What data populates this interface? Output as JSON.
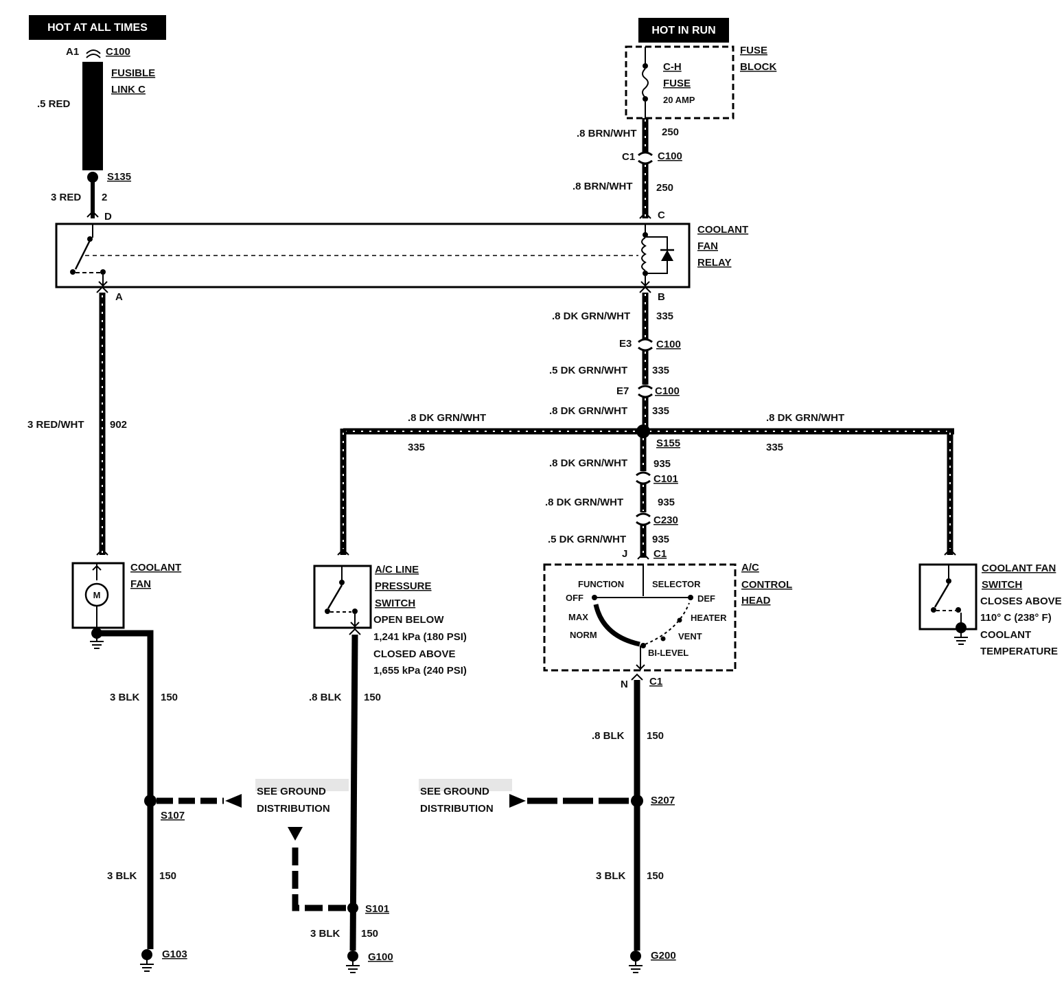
{
  "colors": {
    "ink": "#000000",
    "paper": "#ffffff",
    "header_bg": "#000000",
    "header_text": "#ffffff"
  },
  "headers": {
    "hot_at_all_times": "HOT AT ALL TIMES",
    "hot_in_run": "HOT IN RUN"
  },
  "fusible_link": {
    "pin": "A1",
    "connector": "C100",
    "name_1": "FUSIBLE",
    "name_2": "LINK C",
    "wire_size": ".5 RED",
    "splice": "S135",
    "lower_wire": "3 RED",
    "lower_circuit": "2"
  },
  "fuse_block": {
    "title_1": "FUSE",
    "title_2": "BLOCK",
    "fuse_1": "C-H",
    "fuse_2": "FUSE",
    "rating": "20 AMP"
  },
  "feed_wires": {
    "upper_wire": ".8 BRN/WHT",
    "upper_circuit": "250",
    "pin": "C1",
    "connector": "C100",
    "lower_wire": ".8 BRN/WHT",
    "lower_circuit": "250"
  },
  "relay": {
    "title_1": "COOLANT",
    "title_2": "FAN",
    "title_3": "RELAY",
    "pin_d": "D",
    "pin_c": "C",
    "pin_a": "A",
    "pin_b": "B"
  },
  "control_wires": [
    {
      "wire": ".8 DK GRN/WHT",
      "circuit": "335"
    },
    {
      "pin": "E3",
      "connector": "C100"
    },
    {
      "wire": ".5 DK GRN/WHT",
      "circuit": "335"
    },
    {
      "pin": "E7",
      "connector": "C100"
    },
    {
      "wire": ".8 DK GRN/WHT",
      "circuit": "335"
    }
  ],
  "branch": {
    "left_wire": ".8 DK GRN/WHT",
    "left_circuit": "335",
    "right_wire": ".8 DK GRN/WHT",
    "right_circuit": "335",
    "splice": "S155"
  },
  "lower_control_wires": [
    {
      "wire": ".8 DK GRN/WHT",
      "circuit": "935"
    },
    {
      "connector": "C101"
    },
    {
      "wire": ".8 DK GRN/WHT",
      "circuit": "935"
    },
    {
      "connector": "C230"
    },
    {
      "wire": ".5 DK GRN/WHT",
      "circuit": "935"
    },
    {
      "pin": "J",
      "connector": "C1"
    }
  ],
  "fan_feed": {
    "wire": "3 RED/WHT",
    "circuit": "902"
  },
  "coolant_fan": {
    "title_1": "COOLANT",
    "title_2": "FAN",
    "motor": "M"
  },
  "ac_line_switch": {
    "title_1": "A/C LINE",
    "title_2": "PRESSURE",
    "title_3": "SWITCH",
    "desc_1": "OPEN BELOW",
    "desc_2": "1,241 kPa (180 PSI)",
    "desc_3": "CLOSED ABOVE",
    "desc_4": "1,655 kPa (240 PSI)"
  },
  "ac_control_head": {
    "title_1": "A/C",
    "title_2": "CONTROL",
    "title_3": "HEAD",
    "function": "FUNCTION",
    "selector": "SELECTOR",
    "off": "OFF",
    "def": "DEF",
    "max": "MAX",
    "heater": "HEATER",
    "norm": "NORM",
    "vent": "VENT",
    "bilevel": "BI-LEVEL",
    "out_pin": "N",
    "out_connector": "C1"
  },
  "coolant_fan_switch": {
    "title_1": "COOLANT FAN",
    "title_2": "SWITCH",
    "desc_1": "CLOSES ABOVE",
    "desc_2": "110° C (238° F)",
    "desc_3": "COOLANT",
    "desc_4": "TEMPERATURE"
  },
  "grounds": {
    "fan_wire_1": "3 BLK",
    "fan_circuit_1": "150",
    "splice_s107": "S107",
    "fan_wire_2": "3 BLK",
    "fan_circuit_2": "150",
    "g103": "G103",
    "see_ground_1a": "SEE GROUND",
    "see_ground_1b": "DISTRIBUTION",
    "sw_wire_1": ".8 BLK",
    "sw_circuit_1": "150",
    "splice_s101": "S101",
    "sw_wire_2": "3 BLK",
    "sw_circuit_2": "150",
    "g100": "G100",
    "see_ground_2a": "SEE GROUND",
    "see_ground_2b": "DISTRIBUTION",
    "head_wire_1": ".8 BLK",
    "head_circuit_1": "150",
    "splice_s207": "S207",
    "head_wire_2": "3 BLK",
    "head_circuit_2": "150",
    "g200": "G200"
  }
}
